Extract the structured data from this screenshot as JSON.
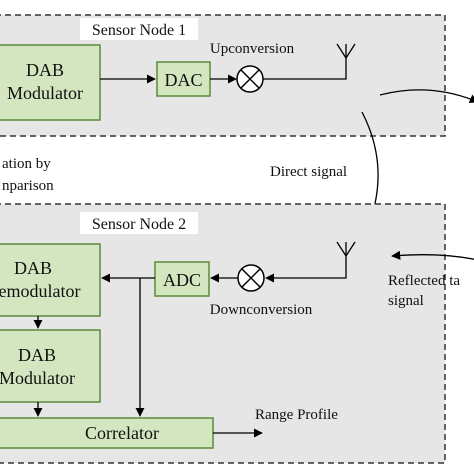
{
  "colors": {
    "block_fill": "#d4e6bf",
    "block_stroke": "#5b8a3a",
    "node_fill": "#e6e6e6",
    "node_border": "#333333",
    "title_bg": "#ffffff",
    "line": "#000000"
  },
  "sensor_node_1": {
    "title": "Sensor Node 1",
    "modulator_line1": "DAB",
    "modulator_line2": "Modulator",
    "dac": "DAC",
    "upconversion": "Upconversion"
  },
  "sensor_node_2": {
    "title": "Sensor Node 2",
    "demodulator_line1": "DAB",
    "demodulator_line2": "Demodulator",
    "modulator_line1": "DAB",
    "modulator_line2": "Modulator",
    "adc": "ADC",
    "downconversion": "Downconversion",
    "correlator": "Correlator"
  },
  "signals": {
    "direct": "Direct signal",
    "reflected_line1": "Reflected ta",
    "reflected_line2": "signal",
    "range_profile": "Range Profile"
  },
  "left_note": {
    "line1": "ation by",
    "line2": "nparison"
  },
  "icons": [
    "antenna-icon",
    "mixer-icon",
    "arrow-icon"
  ]
}
